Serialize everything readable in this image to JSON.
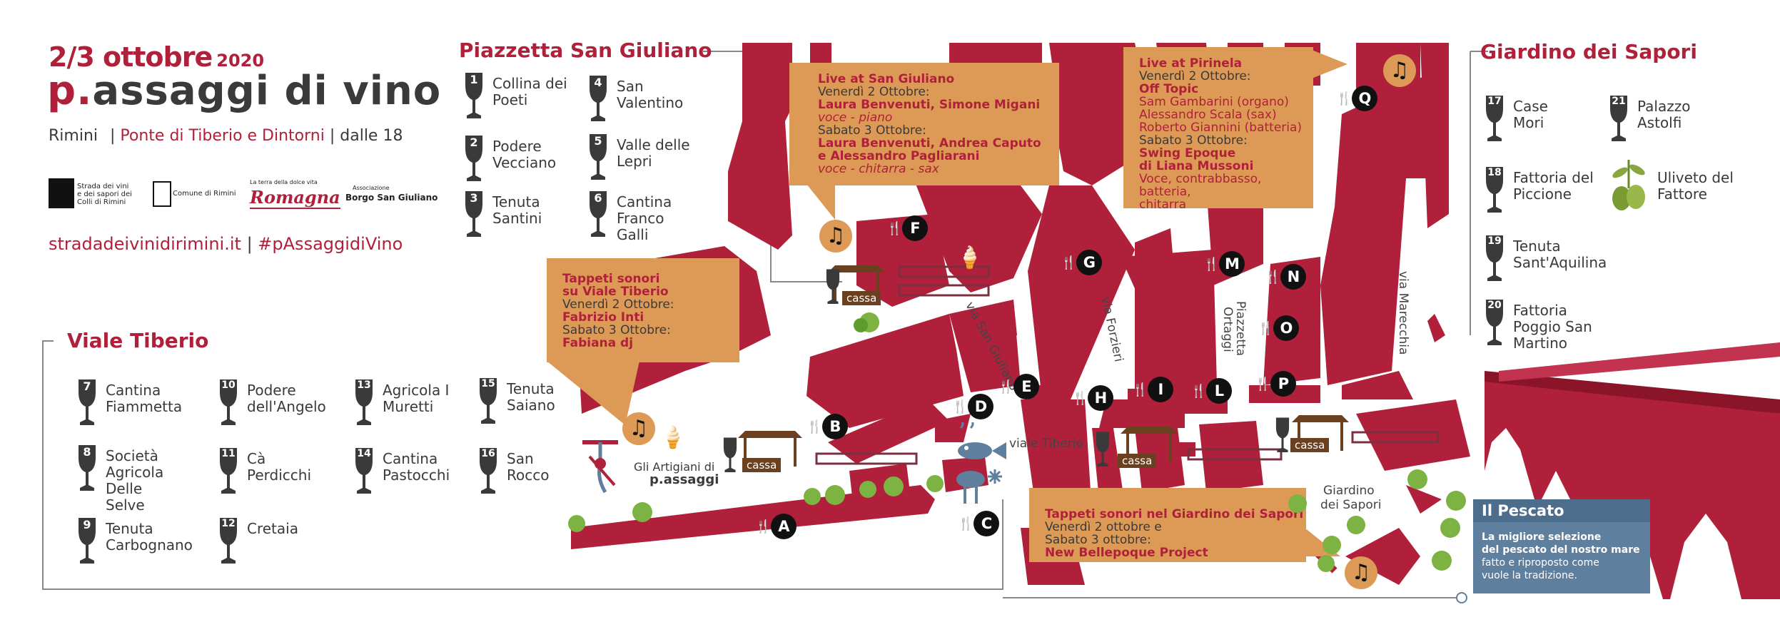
{
  "header": {
    "date": "2/3 ottobre",
    "year": "2020",
    "brand_p": "p.",
    "brand_rest": "assaggi di vino",
    "subtitle_city": "Rimini",
    "subtitle_place": "Ponte di Tiberio e Dintorni",
    "subtitle_time": "dalle 18",
    "website": "stradadeivinidirimini.it",
    "hashtag": "#pAssaggidiVino",
    "sep": "|"
  },
  "logos": {
    "strada": "Strada dei vini e dei sapori dei Colli di Rimini",
    "comune": "Comune di Rimini",
    "romagna_small": "La terra della dolce vita",
    "romagna": "Romagna",
    "borgo_small": "Associazione",
    "borgo": "Borgo San Giuliano"
  },
  "sections": {
    "piazzetta": "Piazzetta San Giuliano",
    "giardino": "Giardino dei Sapori",
    "viale": "Viale Tiberio"
  },
  "wineries_piazzetta": [
    {
      "num": "1",
      "name": "Collina dei Poeti"
    },
    {
      "num": "2",
      "name": "Podere Vecciano"
    },
    {
      "num": "3",
      "name": "Tenuta Santini"
    },
    {
      "num": "4",
      "name": "San Valentino"
    },
    {
      "num": "5",
      "name": "Valle delle Lepri"
    },
    {
      "num": "6",
      "name": "Cantina Franco Galli"
    }
  ],
  "wineries_viale": [
    {
      "num": "7",
      "name": "Cantina Fiammetta"
    },
    {
      "num": "8",
      "name": "Società Agricola Delle Selve"
    },
    {
      "num": "9",
      "name": "Tenuta Carbognano"
    },
    {
      "num": "10",
      "name": "Podere dell'Angelo"
    },
    {
      "num": "11",
      "name": "Cà Perdicchi"
    },
    {
      "num": "12",
      "name": "Cretaia"
    },
    {
      "num": "13",
      "name": "Agricola I Muretti"
    },
    {
      "num": "14",
      "name": "Cantina Pastocchi"
    },
    {
      "num": "15",
      "name": "Tenuta Saiano"
    },
    {
      "num": "16",
      "name": "San Rocco"
    }
  ],
  "wineries_giardino": [
    {
      "num": "17",
      "name": "Case Mori"
    },
    {
      "num": "18",
      "name": "Fattoria del Piccione"
    },
    {
      "num": "19",
      "name": "Tenuta Sant'Aquilina"
    },
    {
      "num": "20",
      "name": "Fattoria Poggio San Martino"
    },
    {
      "num": "21",
      "name": "Palazzo Astolfi"
    }
  ],
  "uliveto": "Uliveto del Fattore",
  "events": {
    "san_giuliano": {
      "title": "Live at San Giuliano",
      "d1": "Venerdì 2 Ottobre:",
      "d1_artist": "Laura Benvenuti, Simone Migani",
      "d1_note": "voce - piano",
      "d2": "Sabato 3 Ottobre:",
      "d2_artist_1": "Laura Benvenuti, Andrea Caputo",
      "d2_artist_2": "e Alessandro Pagliarani",
      "d2_note": "voce - chitarra - sax"
    },
    "pirinela": {
      "title": "Live at Pirinela",
      "d1": "Venerdì 2 Ottobre:",
      "d1_artist": "Off Topic",
      "d1_m1": "Sam Gambarini (organo)",
      "d1_m2": "Alessandro Scala (sax)",
      "d1_m3": "Roberto Giannini (batteria)",
      "d2": "Sabato 3 Ottobre:",
      "d2_artist_1": "Swing Epoque",
      "d2_artist_2": "di Liana Mussoni",
      "d2_note_1": "Voce, contrabbasso, batteria,",
      "d2_note_2": "chitarra"
    },
    "viale_tiberio": {
      "title_1": "Tappeti sonori",
      "title_2": "su Viale Tiberio",
      "d1": "Venerdì 2 Ottobre:",
      "d1_artist": "Fabrizio Inti",
      "d2": "Sabato 3 Ottobre:",
      "d2_artist": "Fabiana dj"
    },
    "giardino": {
      "title": "Tappeti sonori nel Giardino dei Sapori",
      "d1": "Venerdì 2 ottobre e",
      "d2": "Sabato 3 ottobre:",
      "artist": "New Bellepoque Project"
    }
  },
  "pescato": {
    "title": "Il Pescato",
    "line1": "La migliore selezione",
    "line2": "del pescato del nostro mare",
    "line3": "fatto e riproposto come",
    "line4": "vuole la tradizione."
  },
  "artigiani": {
    "line1": "Gli Artigiani di",
    "line2": "p.assaggi"
  },
  "streets": {
    "san_giuliano": "via San Giuliano",
    "forzieri": "via Forzieri",
    "ortaggi_1": "Piazzetta",
    "ortaggi_2": "Ortaggi",
    "marecchia": "via Marecchia",
    "tiberio": "viale Tiberio",
    "giardino_1": "Giardino",
    "giardino_2": "dei Sapori"
  },
  "cassa": "cassa",
  "markers": [
    "A",
    "B",
    "C",
    "D",
    "E",
    "F",
    "G",
    "H",
    "I",
    "L",
    "M",
    "N",
    "O",
    "P",
    "Q"
  ],
  "colors": {
    "brand_red": "#b0203a",
    "box_orange": "#dd9a57",
    "pescato_blue": "#5f7f9e",
    "tree_green": "#7cb342"
  },
  "icons": [
    "wine-glass-icon",
    "music-note-icon",
    "fork-knife-icon",
    "gelato-icon",
    "fish-icon",
    "grill-icon",
    "cassa-stand-icon",
    "tree-icon",
    "olive-icon",
    "corkscrew-icon",
    "bridge-icon"
  ]
}
